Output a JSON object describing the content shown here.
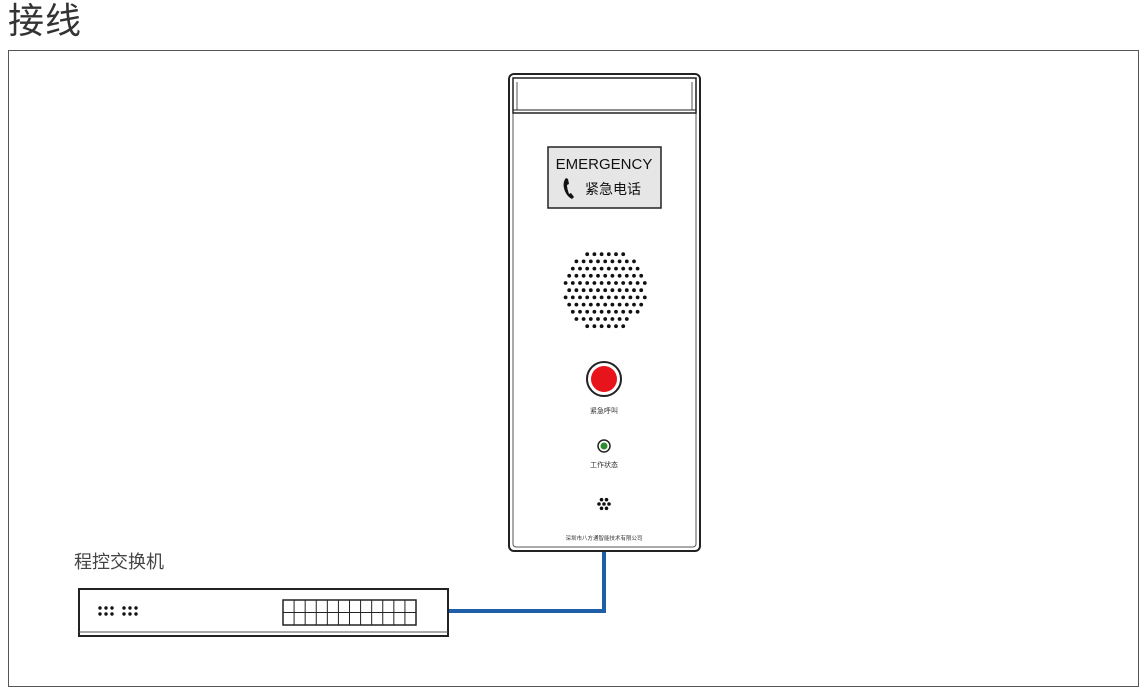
{
  "title": "接线",
  "panel": {
    "sign_line1": "EMERGENCY",
    "sign_line2": "紧急电话",
    "sign_icon": "phone-handset-icon",
    "button_label": "紧急呼叫",
    "indicator_label": "工作状态",
    "footer_text": "深圳市八方通智能技术有限公司",
    "button_color": "#e8141b",
    "indicator_color": "#2e8b2e"
  },
  "switch": {
    "label": "程控交换机"
  },
  "cable": {
    "color": "#1f5fa8"
  }
}
